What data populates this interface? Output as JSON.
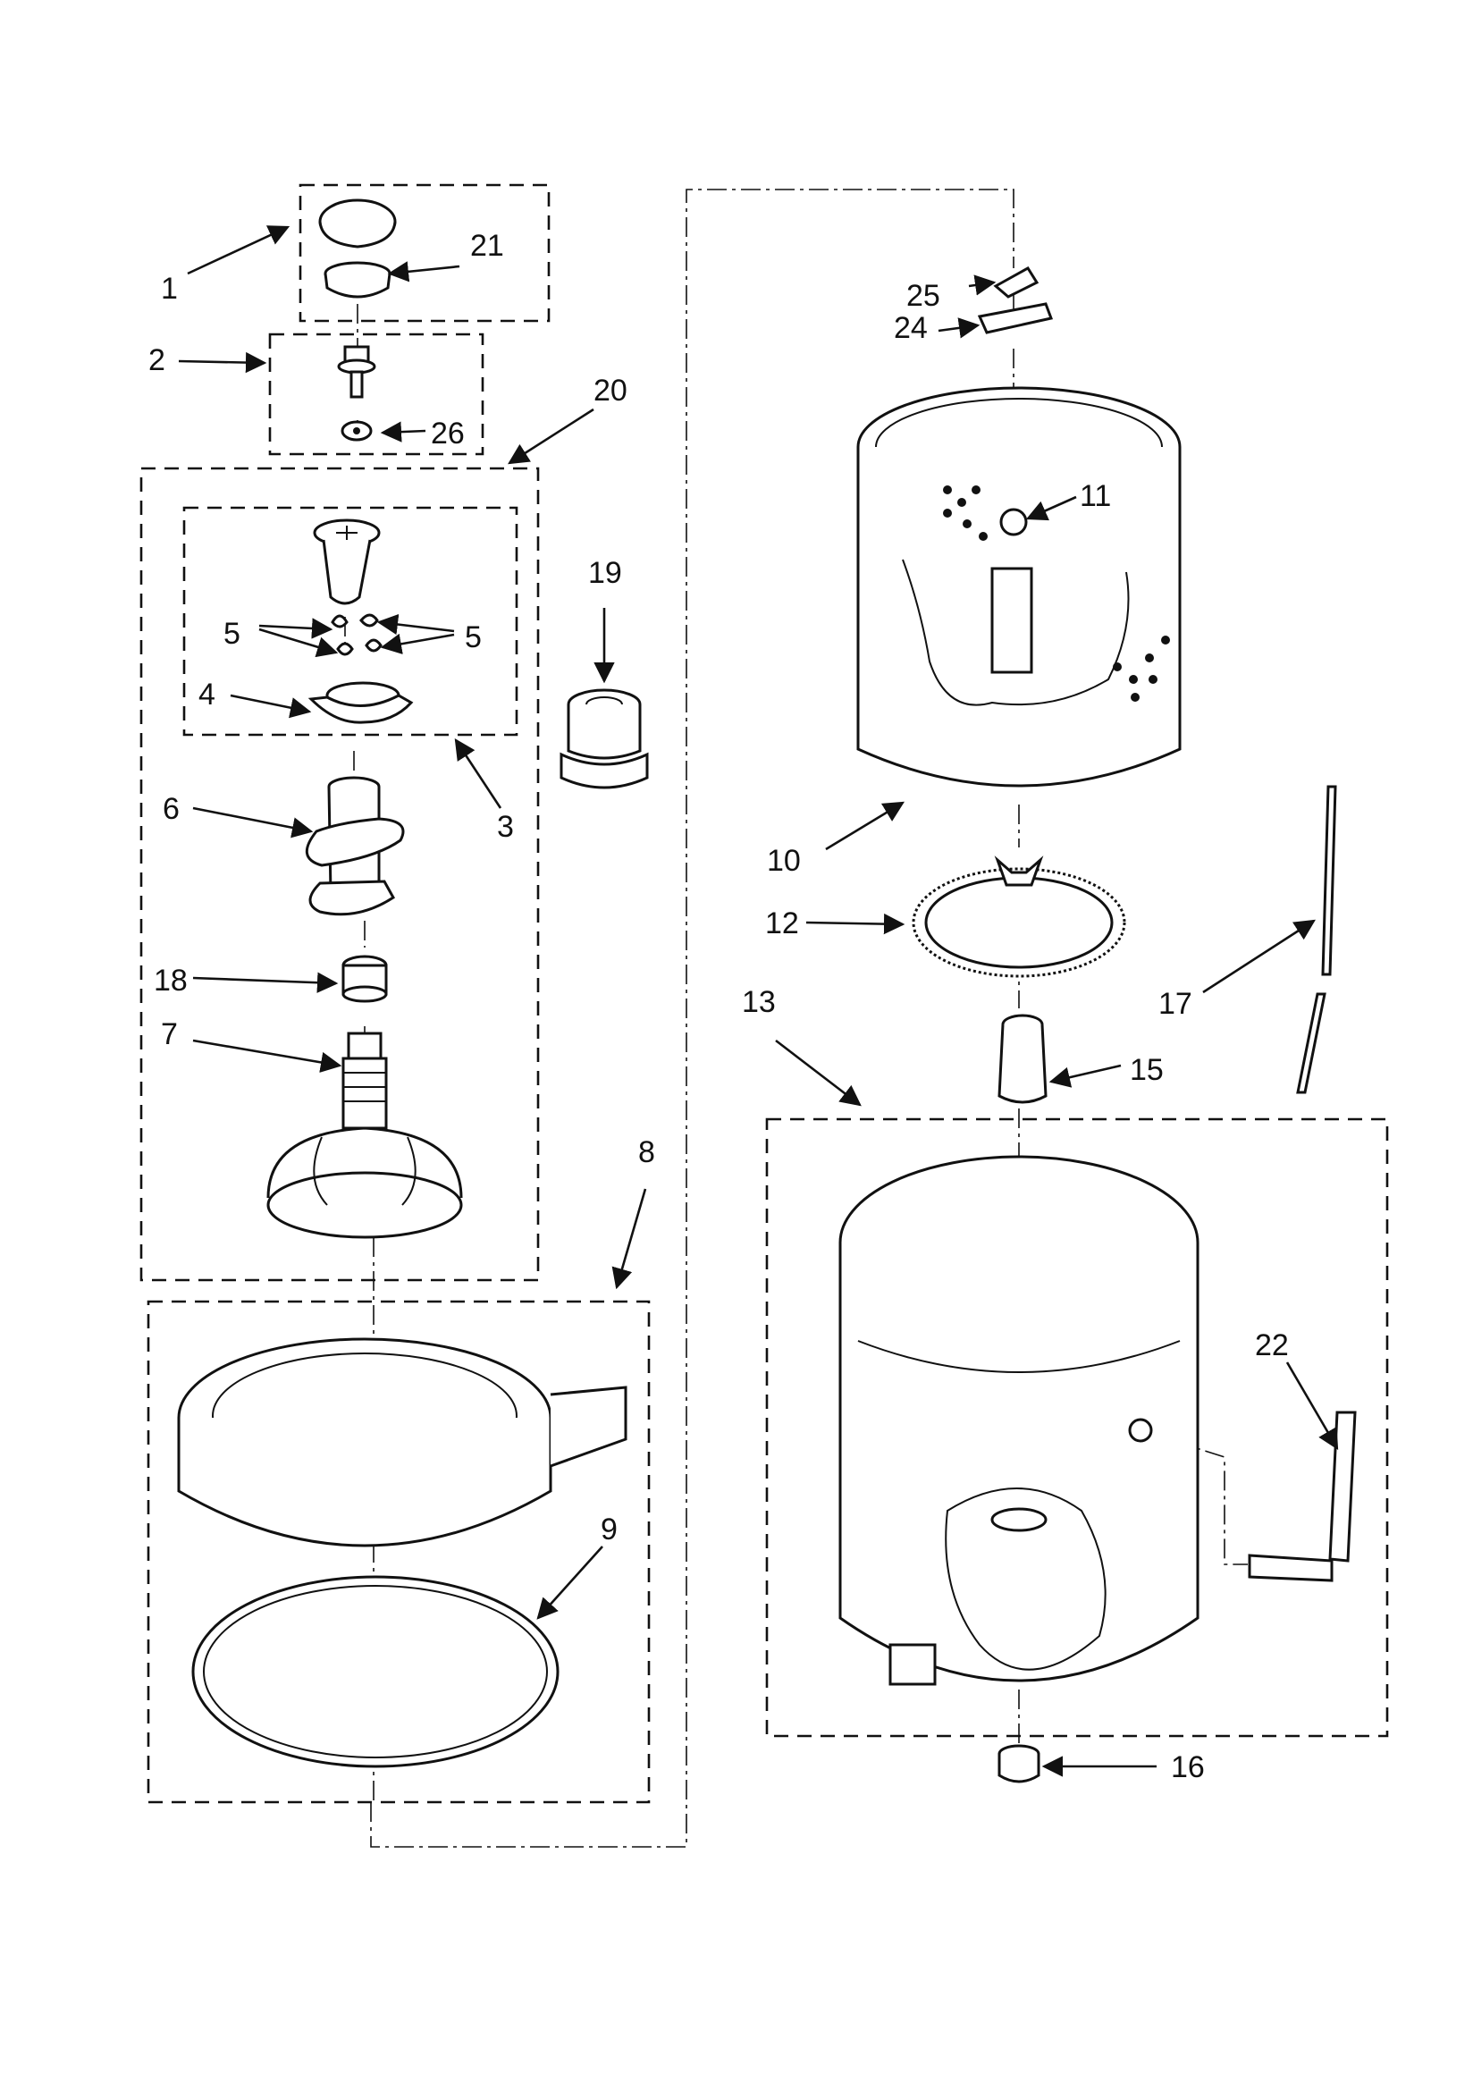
{
  "diagram": {
    "callouts": [
      {
        "id": "1",
        "text": "1"
      },
      {
        "id": "2",
        "text": "2"
      },
      {
        "id": "3",
        "text": "3"
      },
      {
        "id": "4",
        "text": "4"
      },
      {
        "id": "5a",
        "text": "5"
      },
      {
        "id": "5b",
        "text": "5"
      },
      {
        "id": "6",
        "text": "6"
      },
      {
        "id": "7",
        "text": "7"
      },
      {
        "id": "8",
        "text": "8"
      },
      {
        "id": "9",
        "text": "9"
      },
      {
        "id": "10",
        "text": "10"
      },
      {
        "id": "11",
        "text": "11"
      },
      {
        "id": "12",
        "text": "12"
      },
      {
        "id": "13",
        "text": "13"
      },
      {
        "id": "15",
        "text": "15"
      },
      {
        "id": "16",
        "text": "16"
      },
      {
        "id": "17",
        "text": "17"
      },
      {
        "id": "18",
        "text": "18"
      },
      {
        "id": "19",
        "text": "19"
      },
      {
        "id": "20",
        "text": "20"
      },
      {
        "id": "21",
        "text": "21"
      },
      {
        "id": "22",
        "text": "22"
      },
      {
        "id": "24",
        "text": "24"
      },
      {
        "id": "25",
        "text": "25"
      },
      {
        "id": "26",
        "text": "26"
      }
    ]
  }
}
